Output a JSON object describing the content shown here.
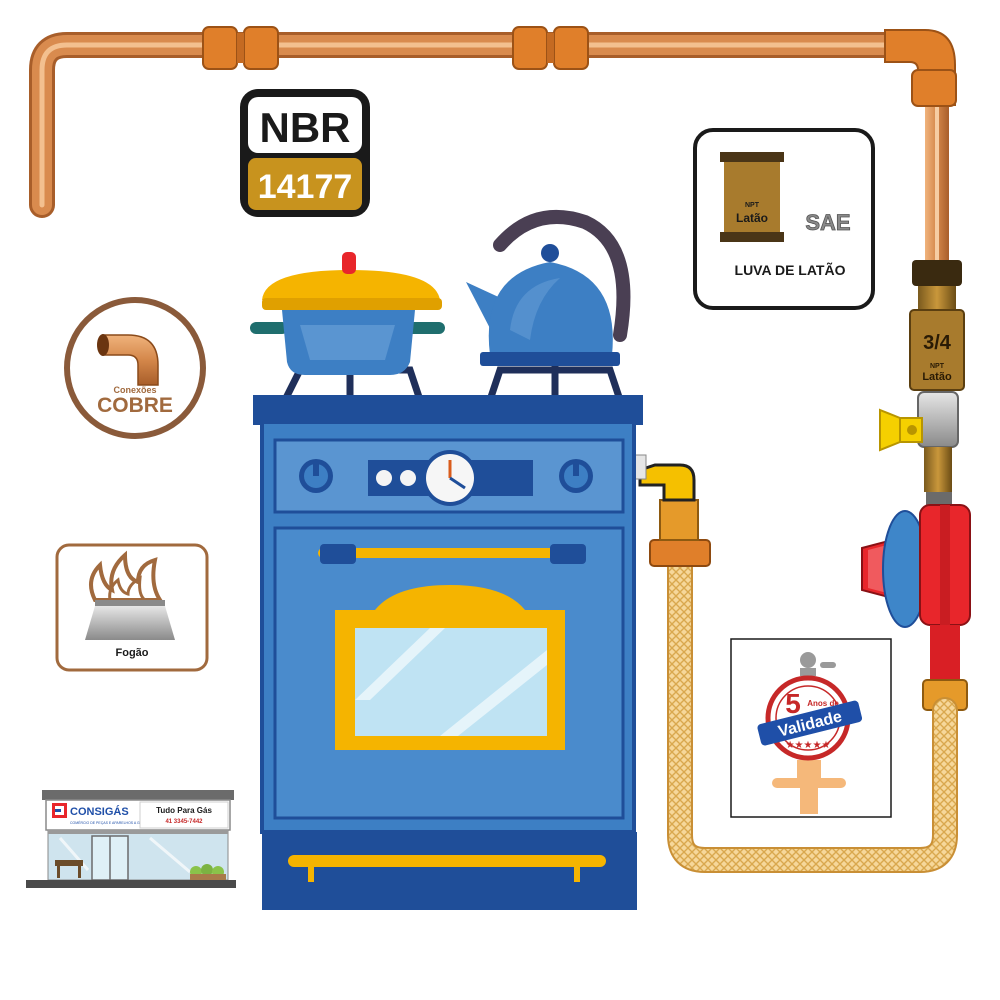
{
  "badges": {
    "nbr": {
      "top": "NBR",
      "bottom": "14177"
    },
    "cobre": {
      "small": "Conexões",
      "big": "COBRE"
    },
    "fogao": {
      "label": "Fogão"
    },
    "luva": {
      "npt": "NPT",
      "latao": "Latão",
      "sae": "SAE",
      "caption": "LUVA DE LATÃO"
    },
    "validade": {
      "number": "5",
      "ano": "Anos de",
      "word": "Validade"
    }
  },
  "fitting": {
    "size": "3/4",
    "npt": "NPT",
    "latao": "Latão"
  },
  "store": {
    "name": "CONSIGÁS",
    "subtitle": "COMÉRCIO DE PEÇAS E APARELHOS A GÁS",
    "slogan": "Tudo Para Gás",
    "phone": "41 3345-7442"
  },
  "colors": {
    "copper": "#d98b4e",
    "stove_blue": "#3d7fc4",
    "stove_dark": "#1f4e99",
    "accent_yellow": "#f5b400",
    "regulator_red": "#e8262b",
    "nbr_gold": "#c8931e"
  }
}
